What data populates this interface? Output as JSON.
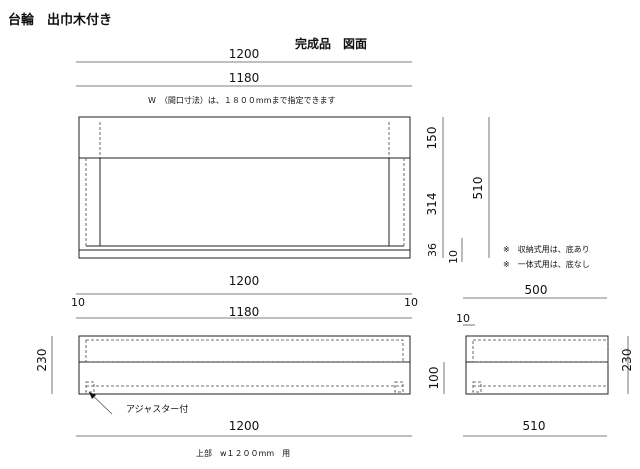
{
  "header": {
    "title_left": "台輪　出巾木付き",
    "title_center": "完成品　図面"
  },
  "front_view": {
    "dim_overall": "1200",
    "dim_inner": "1180",
    "note_width": "W　（間口寸法）は、１８００mmまで指定できます",
    "dim_top": "150",
    "dim_middle": "314",
    "dim_bottom": "36",
    "dim_total_height": "510",
    "dim_small": "10"
  },
  "notes": [
    "※　収納式用は、底あり",
    "※　一体式用は、底なし"
  ],
  "base_front": {
    "dim_overall": "1200",
    "dim_inner": "1180",
    "dim_left_offset": "10",
    "dim_right_offset": "10",
    "dim_height": "230",
    "dim_bottom_overall": "1200",
    "label_adjuster": "アジャスター付",
    "caption": "上部　w１２００mm　用"
  },
  "base_side": {
    "dim_top": "500",
    "dim_offset": "10",
    "dim_plinth": "100",
    "dim_height": "230",
    "dim_bottom": "510"
  }
}
